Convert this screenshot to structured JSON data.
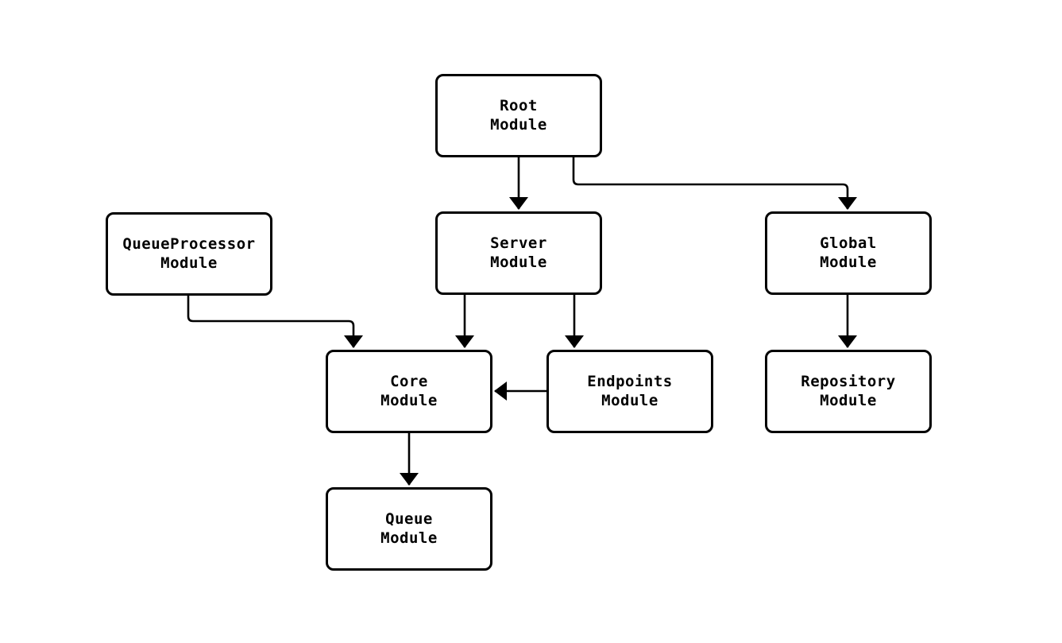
{
  "diagram": {
    "type": "module-dependency-flowchart",
    "background_color": "#ffffff",
    "node_fill_color": "#ffffff",
    "node_border_color": "#000000",
    "edge_color": "#000000",
    "text_color": "#000000",
    "nodes": [
      {
        "id": "root",
        "label": "Root\nModule"
      },
      {
        "id": "queue_processor",
        "label": "QueueProcessor\nModule"
      },
      {
        "id": "server",
        "label": "Server\nModule"
      },
      {
        "id": "global",
        "label": "Global\nModule"
      },
      {
        "id": "core",
        "label": "Core\nModule"
      },
      {
        "id": "endpoints",
        "label": "Endpoints\nModule"
      },
      {
        "id": "repository",
        "label": "Repository\nModule"
      },
      {
        "id": "queue",
        "label": "Queue\nModule"
      }
    ],
    "edges": [
      {
        "from": "root",
        "to": "server"
      },
      {
        "from": "root",
        "to": "global"
      },
      {
        "from": "queue_processor",
        "to": "core"
      },
      {
        "from": "server",
        "to": "core"
      },
      {
        "from": "server",
        "to": "endpoints"
      },
      {
        "from": "endpoints",
        "to": "core"
      },
      {
        "from": "global",
        "to": "repository"
      },
      {
        "from": "core",
        "to": "queue"
      }
    ]
  }
}
